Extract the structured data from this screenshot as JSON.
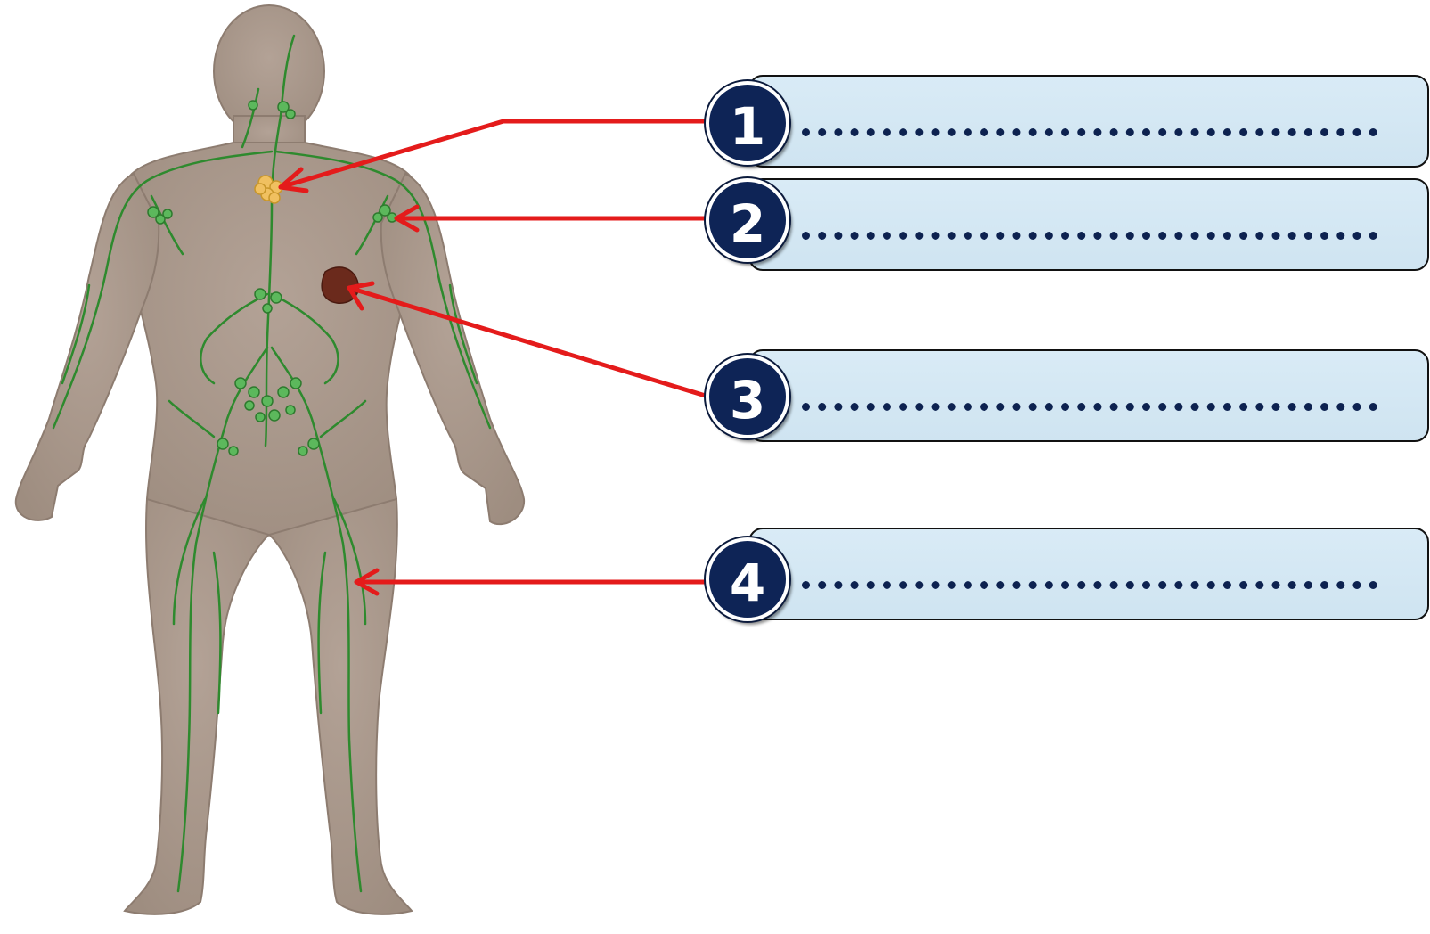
{
  "labels": [
    {
      "number": "1",
      "answer": ""
    },
    {
      "number": "2",
      "answer": ""
    },
    {
      "number": "3",
      "answer": ""
    },
    {
      "number": "4",
      "answer": ""
    }
  ],
  "colors": {
    "skin": "#a8978a",
    "lymph_vessel": "#2e8a2e",
    "lymph_node": "#5cb85c",
    "thymus": "#f0c060",
    "spleen": "#6b2a1c",
    "arrow": "#e41b1b",
    "box_fill": "#d4e8f4",
    "badge": "#0e2456"
  }
}
